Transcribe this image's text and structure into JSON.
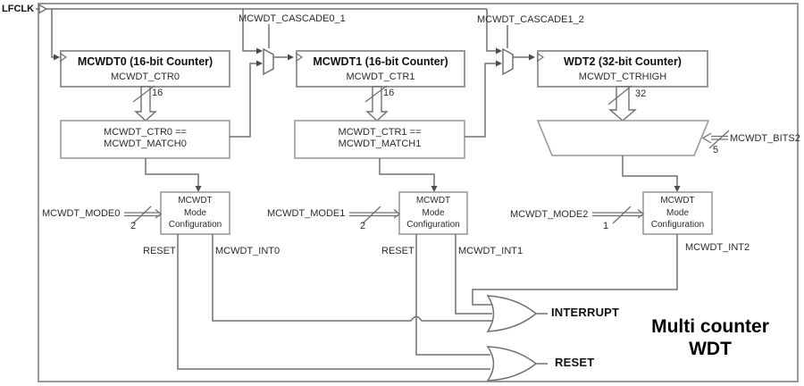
{
  "clock": {
    "label": "LFCLK"
  },
  "cascades": {
    "c0_1": "MCWDT_CASCADE0_1",
    "c1_2": "MCWDT_CASCADE1_2"
  },
  "counters": [
    {
      "title": "MCWDT0 (16-bit Counter)",
      "register": "MCWDT_CTR0",
      "bus_width": "16"
    },
    {
      "title": "MCWDT1 (16-bit Counter)",
      "register": "MCWDT_CTR1",
      "bus_width": "16"
    },
    {
      "title": "WDT2 (32-bit Counter)",
      "register": "MCWDT_CTRHIGH",
      "bus_width": "32"
    }
  ],
  "comparators": [
    {
      "line1": "MCWDT_CTR0 ==",
      "line2": "MCWDT_MATCH0"
    },
    {
      "line1": "MCWDT_CTR1 ==",
      "line2": "MCWDT_MATCH1"
    }
  ],
  "bit_select": {
    "label": "MCWDT_BITS2",
    "width": "5"
  },
  "mode_blocks": [
    {
      "mode_label": "MCWDT_MODE0",
      "mode_width": "2",
      "box_line1": "MCWDT",
      "box_line2": "Mode",
      "box_line3": "Configuration",
      "reset_label": "RESET",
      "int_label": "MCWDT_INT0"
    },
    {
      "mode_label": "MCWDT_MODE1",
      "mode_width": "2",
      "box_line1": "MCWDT",
      "box_line2": "Mode",
      "box_line3": "Configuration",
      "reset_label": "RESET",
      "int_label": "MCWDT_INT1"
    },
    {
      "mode_label": "MCWDT_MODE2",
      "mode_width": "1",
      "box_line1": "MCWDT",
      "box_line2": "Mode",
      "box_line3": "Configuration",
      "int_label": "MCWDT_INT2"
    }
  ],
  "outputs": {
    "interrupt": "INTERRUPT",
    "reset": "RESET"
  },
  "diagram_title": {
    "line1": "Multi counter",
    "line2": "WDT"
  },
  "colors": {
    "wire": "#6f7073",
    "box_border": "#98999b",
    "text": "#232323"
  }
}
